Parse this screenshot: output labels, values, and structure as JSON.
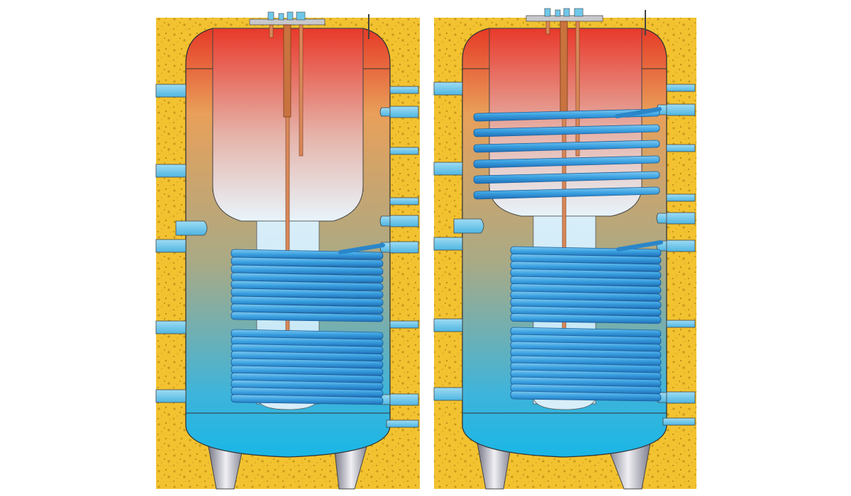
{
  "figure": {
    "panels": [
      {
        "id": "left",
        "variant": "single-heat-exchanger",
        "coil_groups": 2
      },
      {
        "id": "right",
        "variant": "triple-heat-exchanger",
        "coil_groups": 3
      }
    ],
    "colors": {
      "insulation": "#f2c230",
      "insulation_speckle": "#c99a1c",
      "tank_hot": "#e63a26",
      "tank_mid": "#e8a05a",
      "tank_cool": "#7fc3e0",
      "tank_cold": "#19b6e6",
      "inner_tank_hot": "#e8392a",
      "inner_tank_cold": "#e8f4fb",
      "coil": "#3aa0e0",
      "coil_dark": "#1f6fb8",
      "rod": "#c9733f",
      "nozzle": "#6fc8ea",
      "leg": "#8c8c9a",
      "outline": "#444444"
    }
  }
}
